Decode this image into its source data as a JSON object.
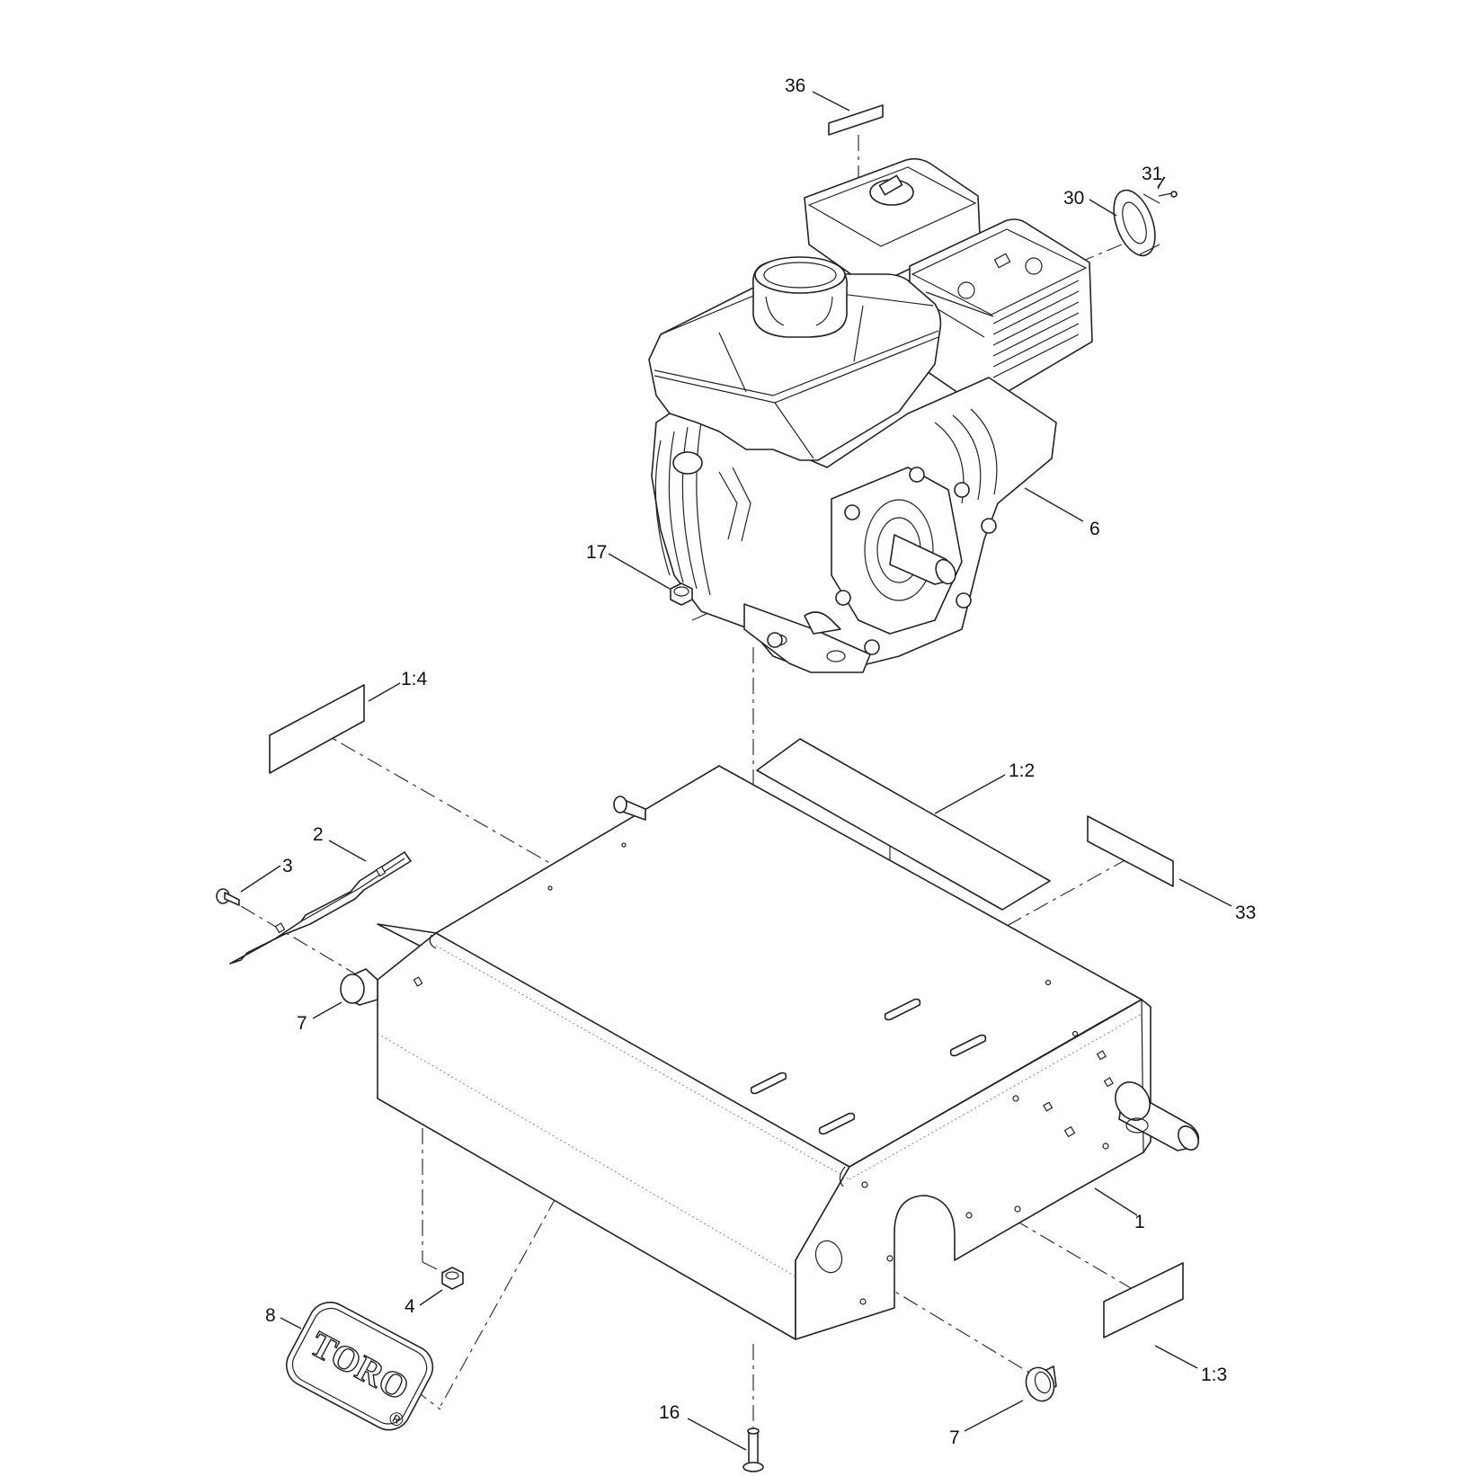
{
  "callouts": [
    {
      "id": "36",
      "label": "36"
    },
    {
      "id": "31",
      "label": "31"
    },
    {
      "id": "30",
      "label": "30"
    },
    {
      "id": "6",
      "label": "6"
    },
    {
      "id": "17",
      "label": "17"
    },
    {
      "id": "1-4",
      "label": "1:4"
    },
    {
      "id": "1-2",
      "label": "1:2"
    },
    {
      "id": "2",
      "label": "2"
    },
    {
      "id": "3",
      "label": "3"
    },
    {
      "id": "33",
      "label": "33"
    },
    {
      "id": "7a",
      "label": "7"
    },
    {
      "id": "1",
      "label": "1"
    },
    {
      "id": "4",
      "label": "4"
    },
    {
      "id": "8",
      "label": "8"
    },
    {
      "id": "1-3",
      "label": "1:3"
    },
    {
      "id": "16",
      "label": "16"
    },
    {
      "id": "7b",
      "label": "7"
    }
  ],
  "logo": {
    "text": "TORO",
    "registered": "®"
  }
}
